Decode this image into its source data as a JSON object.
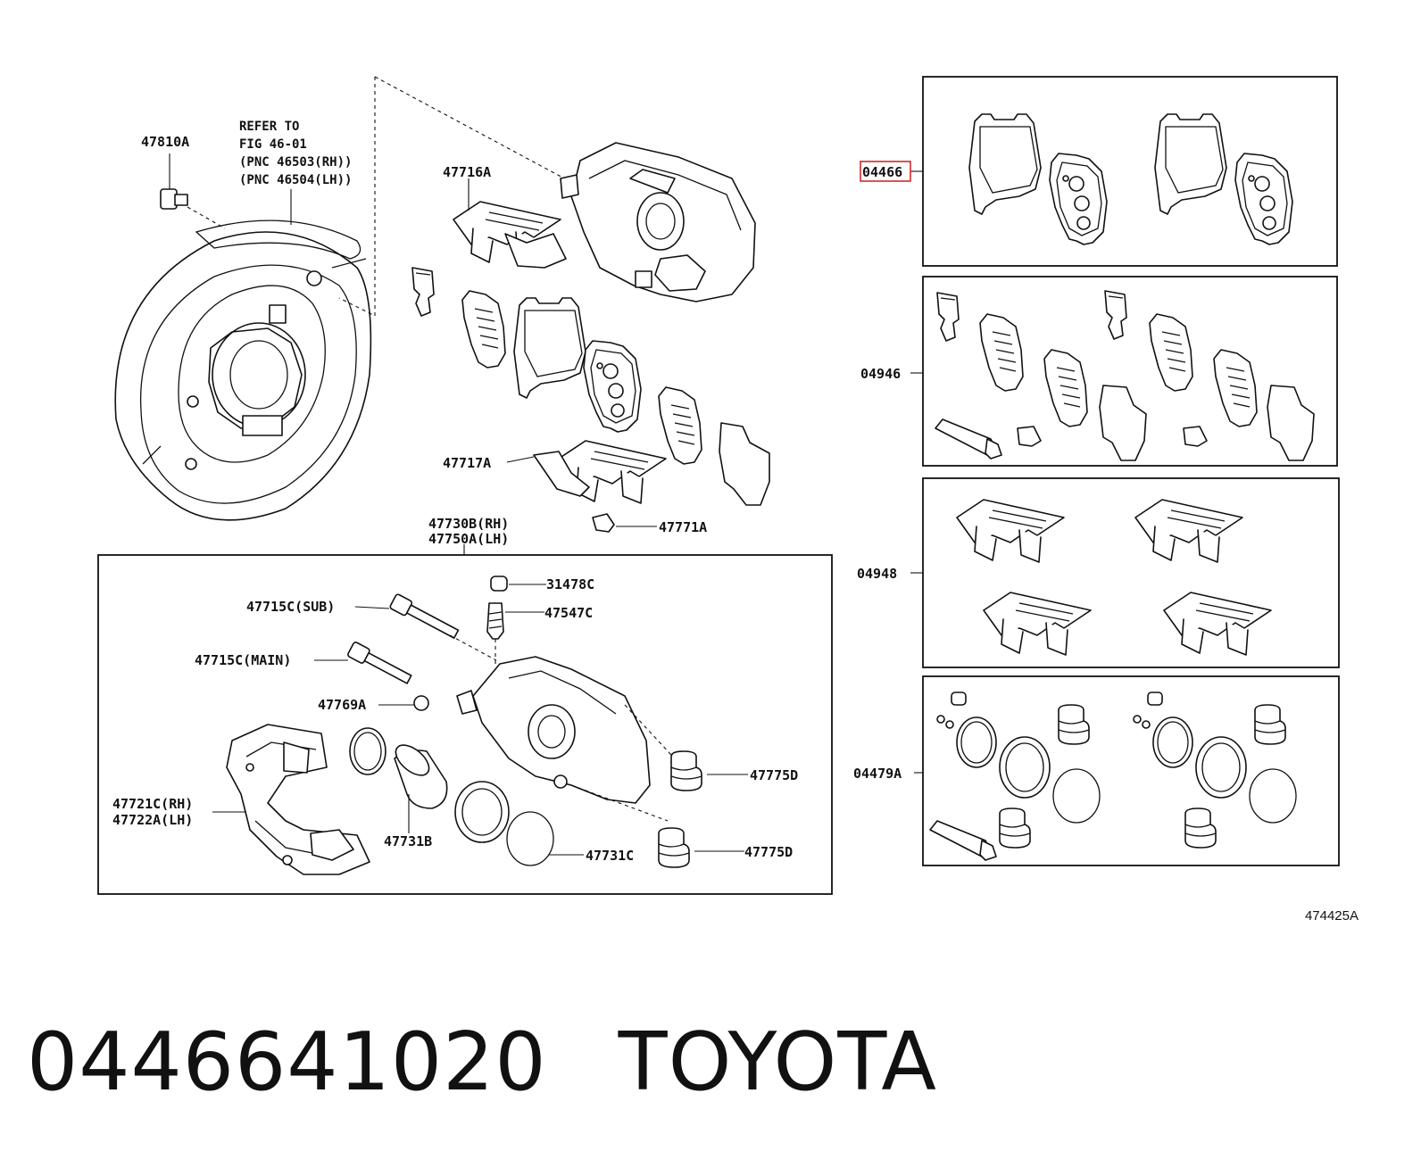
{
  "diagram": {
    "refer": [
      "REFER TO",
      "FIG 46-01",
      "(PNC 46503(RH))",
      "(PNC 46504(LH))"
    ],
    "callouts": {
      "c47810A": "47810A",
      "c47716A": "47716A",
      "c47717A": "47717A",
      "c47771A": "47771A",
      "c47730B": "47730B(RH)",
      "c47750A": "47750A(LH)",
      "c31478C": "31478C",
      "c47547C": "47547C",
      "c47715Csub": "47715C(SUB)",
      "c47715Cmain": "47715C(MAIN)",
      "c47769A": "47769A",
      "c47775D_1": "47775D",
      "c47775D_2": "47775D",
      "c47721C": "47721C(RH)",
      "c47722A": "47722A(LH)",
      "c47731B": "47731B",
      "c47731C": "47731C"
    },
    "kits": [
      {
        "label": "04466",
        "highlighted": true
      },
      {
        "label": "04946",
        "highlighted": false
      },
      {
        "label": "04948",
        "highlighted": false
      },
      {
        "label": "04479A",
        "highlighted": false
      }
    ],
    "illustration_code": "474425A"
  },
  "footer": {
    "part_number": "0446641020",
    "brand": "TOYOTA"
  },
  "colors": {
    "highlight": "#d32a2a",
    "ink": "#111111"
  }
}
